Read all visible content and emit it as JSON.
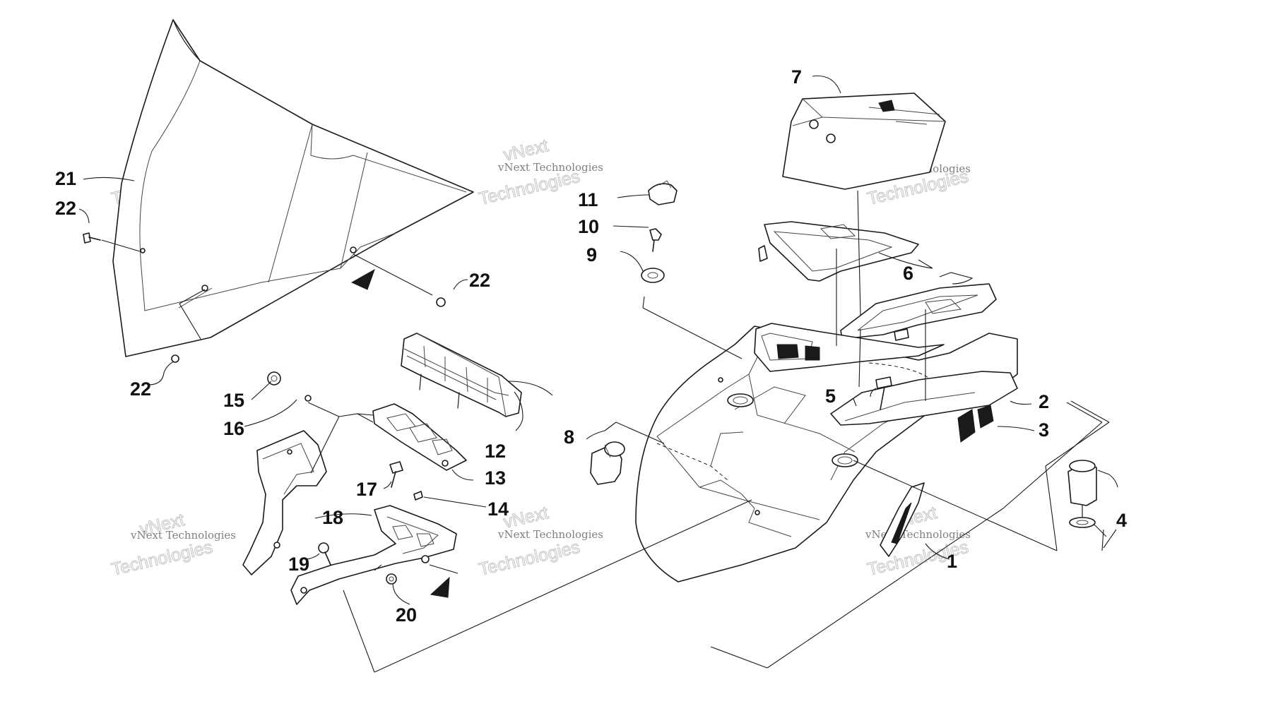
{
  "watermark": {
    "line_small": "vNext Technologies",
    "line_big_1": "vNext",
    "line_big_2": "Technologies"
  },
  "callouts": {
    "p1": "1",
    "p2": "2",
    "p3": "3",
    "p4": "4",
    "p5": "5",
    "p6": "6",
    "p7": "7",
    "p8": "8",
    "p9": "9",
    "p10": "10",
    "p11": "11",
    "p12": "12",
    "p13": "13",
    "p14": "14",
    "p15": "15",
    "p16": "16",
    "p17": "17",
    "p18": "18",
    "p19": "19",
    "p20": "20",
    "p21": "21",
    "p22a": "22",
    "p22b": "22",
    "p22c": "22"
  }
}
